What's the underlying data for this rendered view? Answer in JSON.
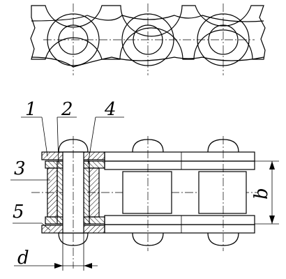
{
  "labels": {
    "part_1": "1",
    "part_2": "2",
    "part_3": "3",
    "part_4": "4",
    "part_5": "5",
    "diameter": "d",
    "height": "b"
  },
  "colors": {
    "line": "#000000",
    "background": "#ffffff"
  }
}
